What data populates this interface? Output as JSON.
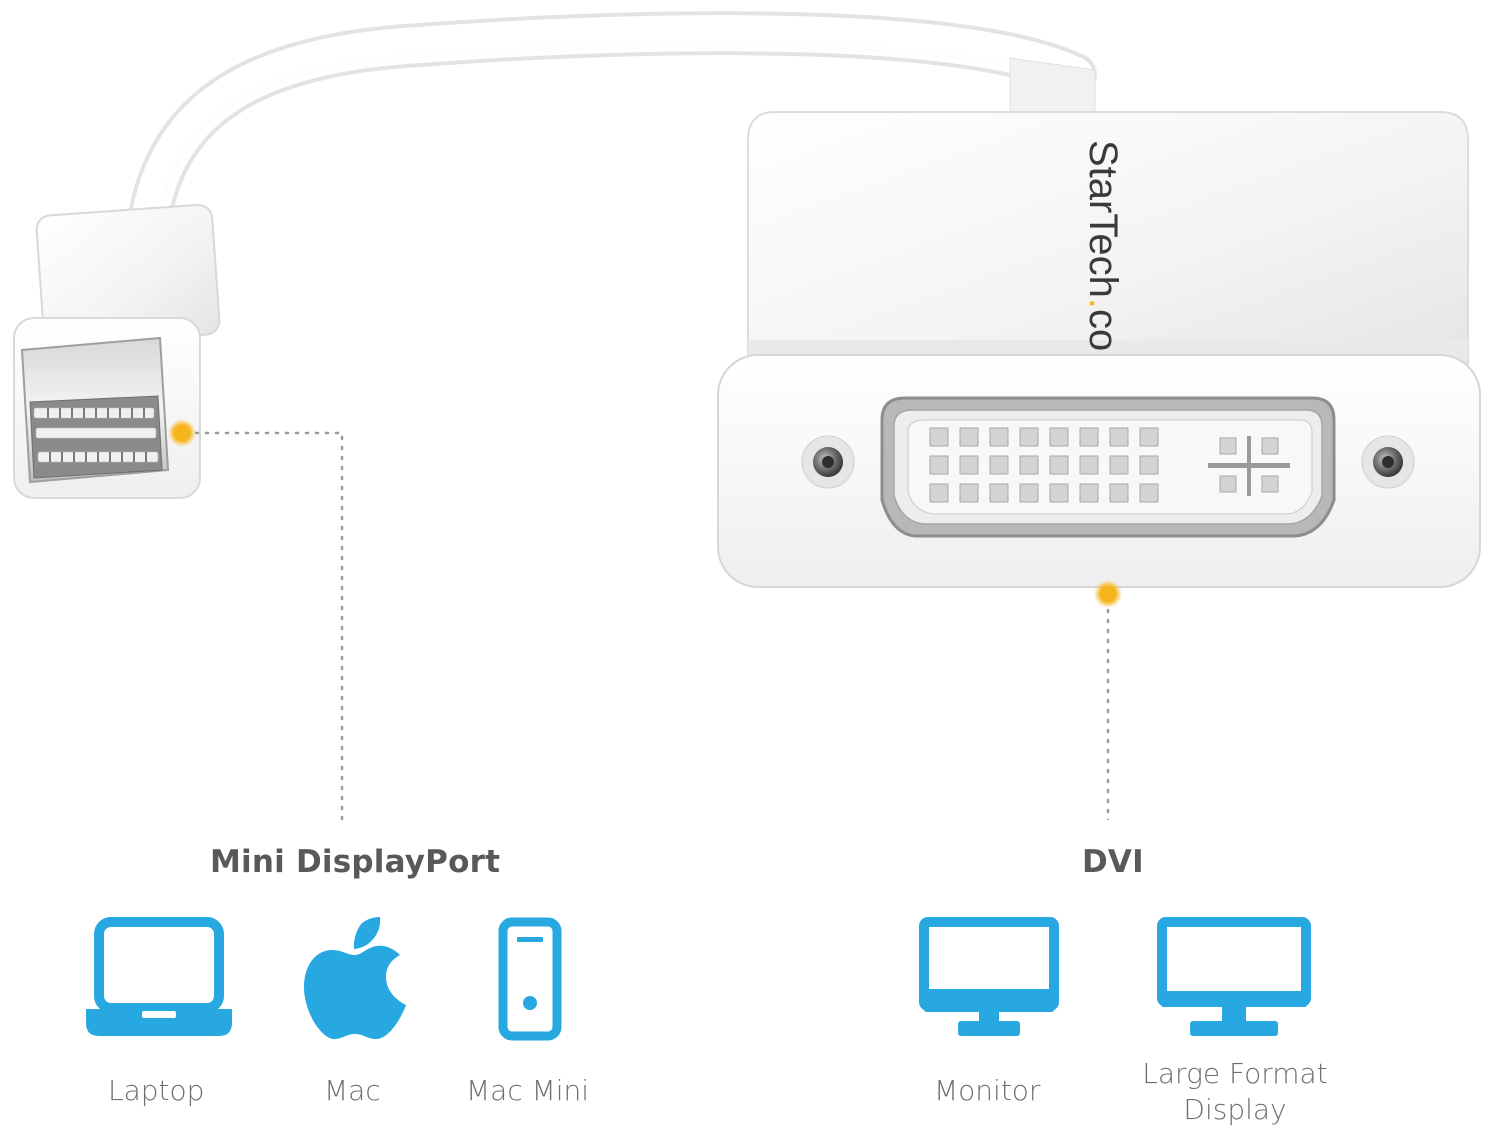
{
  "product": {
    "brand": "StarTech.com",
    "accent_color": "#f7b51c",
    "icon_color": "#27a8e0"
  },
  "callouts": {
    "source": {
      "title": "Mini DisplayPort",
      "devices": [
        {
          "icon": "laptop-icon",
          "label": "Laptop"
        },
        {
          "icon": "apple-logo-icon",
          "label": "Mac"
        },
        {
          "icon": "mac-mini-icon",
          "label": "Mac Mini"
        }
      ]
    },
    "destination": {
      "title": "DVI",
      "devices": [
        {
          "icon": "monitor-icon",
          "label": "Monitor"
        },
        {
          "icon": "large-display-icon",
          "label": "Large Format Display"
        }
      ]
    }
  }
}
